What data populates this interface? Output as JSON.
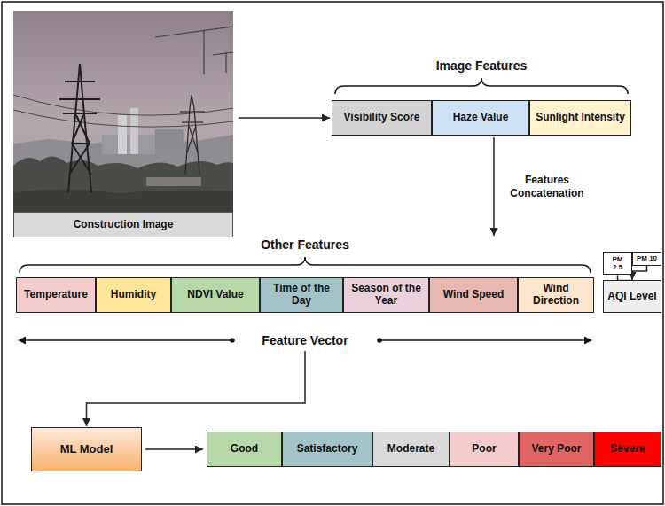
{
  "diagram": {
    "nodes": [
      {
        "text": [
          "Construction Image"
        ]
      },
      {
        "text": [
          "Image Features"
        ]
      },
      {
        "text": [
          "Visibility Score"
        ],
        "in": 1
      },
      {
        "text": [
          "Haze Value"
        ],
        "in": 1
      },
      {
        "text": [
          "Sunlight Intensity"
        ],
        "in": 1
      },
      {
        "text": [
          "Other Features",
          "Feature Vector"
        ]
      },
      {
        "text": [
          "Temperature"
        ],
        "in": 5
      },
      {
        "text": [
          "Humidity"
        ],
        "in": 5
      },
      {
        "text": [
          "NDVI Value"
        ],
        "in": 5
      },
      {
        "text": [
          "Time of the Day"
        ],
        "in": 5
      },
      {
        "text": [
          "Season of the Year"
        ],
        "in": 5
      },
      {
        "text": [
          "Wind Speed"
        ],
        "in": 5
      },
      {
        "text": [
          "Wind Direction"
        ],
        "in": 5
      },
      {
        "text": [
          "PM 2.5"
        ]
      },
      {
        "text": [
          "PM 10"
        ]
      },
      {
        "text": [
          "AQI Level"
        ]
      },
      {
        "text": [
          "ML Model"
        ]
      },
      {
        "text": [
          "Good"
        ]
      },
      {
        "text": [
          "Satisfactory"
        ]
      },
      {
        "text": [
          "Moderate"
        ]
      },
      {
        "text": [
          "Poor"
        ]
      },
      {
        "text": [
          "Very Poor"
        ]
      },
      {
        "text": [
          "Severe"
        ]
      }
    ],
    "edges": [
      {
        "from": 0,
        "to": 2,
        "arrow": "to"
      },
      {
        "from": 3,
        "to": 5,
        "arrow": "to",
        "label": "Features Concatenation"
      },
      {
        "from": 13,
        "to": 15,
        "arrow": "to"
      },
      {
        "from": 14,
        "to": 15,
        "arrow": "to"
      },
      {
        "from": 5,
        "to": 16,
        "arrow": "to"
      },
      {
        "from": 16,
        "to": 17,
        "arrow": "to"
      }
    ]
  }
}
